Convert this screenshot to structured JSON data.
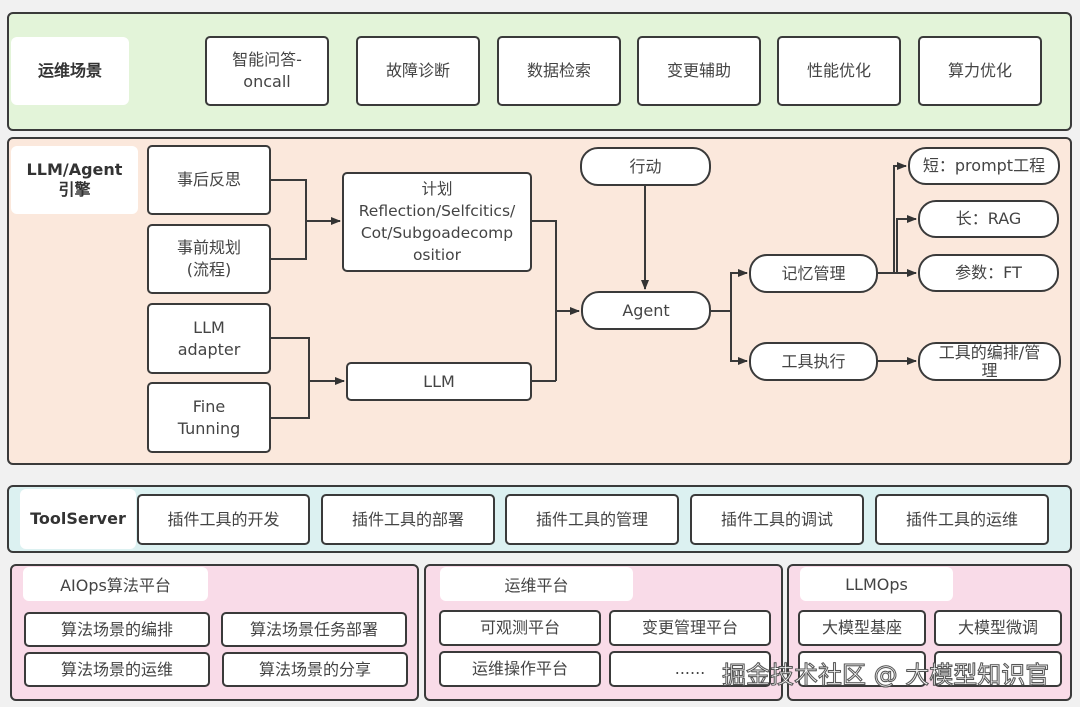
{
  "ops_scenarios": {
    "title": "运维场景",
    "items": [
      "智能问答-\noncall",
      "故障诊断",
      "数据检索",
      "变更辅助",
      "性能优化",
      "算力优化"
    ]
  },
  "engine": {
    "title": "LLM/Agent\n引擎",
    "reflect_after": "事后反思",
    "plan_before": "事前规划\n(流程)",
    "plan": "计划\nReflection/Selfcitics/\nCot/Subgoadecomp\nositior",
    "llm_adapter": "LLM\nadapter",
    "fine_tuning": "Fine\nTunning",
    "llm": "LLM",
    "action": "行动",
    "agent": "Agent",
    "memory": "记忆管理",
    "tool_exec": "工具执行",
    "memory_short": "短：prompt工程",
    "memory_long": "长：RAG",
    "memory_param": "参数：FT",
    "tool_orchestration": "工具的编排/管\n理"
  },
  "toolserver": {
    "title": "ToolServer",
    "items": [
      "插件工具的开发",
      "插件工具的部署",
      "插件工具的管理",
      "插件工具的调试",
      "插件工具的运维"
    ]
  },
  "aiops": {
    "title": "AIOps算法平台",
    "items": [
      "算法场景的编排",
      "算法场景任务部署",
      "算法场景的运维",
      "算法场景的分享"
    ]
  },
  "ops_platform": {
    "title": "运维平台",
    "items": [
      "可观测平台",
      "变更管理平台",
      "运维操作平台",
      "......"
    ]
  },
  "llmops": {
    "title": "LLMOps",
    "items": [
      "大模型基座",
      "大模型微调",
      "",
      ""
    ]
  },
  "watermark": "掘金技术社区 @ 大模型知识官",
  "colors": {
    "scenario_bg": "#e3f4d9",
    "engine_bg": "#fbe8dc",
    "toolserver_bg": "#dcf1f1",
    "platform_bg": "#f9dbe8",
    "stroke": "#3a3a3a"
  }
}
